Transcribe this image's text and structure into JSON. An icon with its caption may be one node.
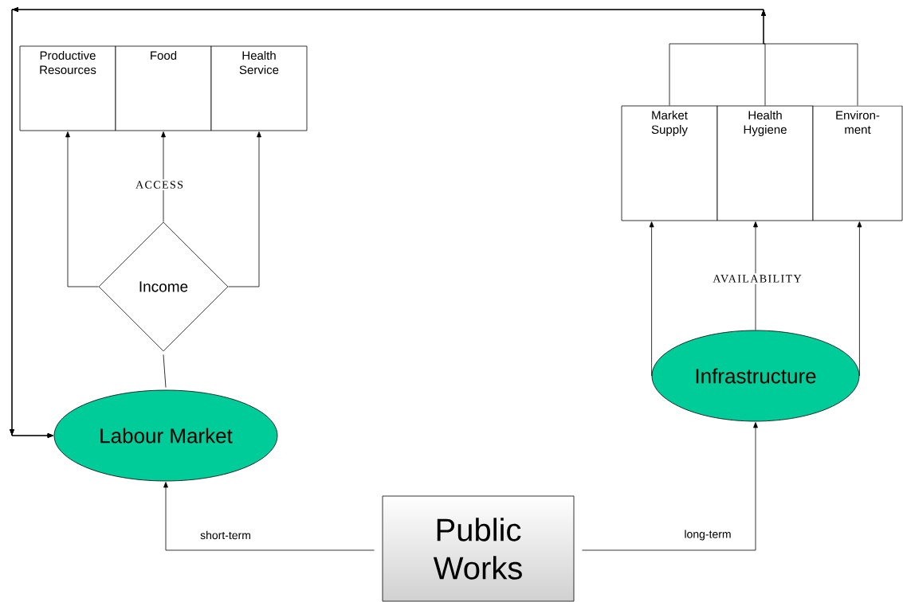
{
  "diagram": {
    "nodes": [
      {
        "text": [
          "Productive Resources"
        ]
      },
      {
        "text": [
          "Food"
        ]
      },
      {
        "text": [
          "Health Service"
        ]
      },
      {
        "text": [
          "Income"
        ]
      },
      {
        "text": [
          "Labour Market"
        ]
      },
      {
        "text": [
          "Market Supply"
        ]
      },
      {
        "text": [
          "Health Hygiene"
        ]
      },
      {
        "text": [
          "Environ- ment"
        ]
      },
      {
        "text": [
          "Infrastructure"
        ]
      },
      {
        "text": [
          "Public Works"
        ]
      }
    ],
    "edges": [
      {
        "from": 3,
        "to": 0,
        "arrow": "to"
      },
      {
        "from": 3,
        "to": 1,
        "arrow": "to",
        "label": "ACCESS"
      },
      {
        "from": 3,
        "to": 2,
        "arrow": "to"
      },
      {
        "from": 4,
        "to": 3,
        "arrow": "none"
      },
      {
        "from": 9,
        "to": 4,
        "arrow": "to",
        "label": "short-term"
      },
      {
        "from": 9,
        "to": 8,
        "arrow": "to",
        "label": "long-term"
      },
      {
        "from": 8,
        "to": 5,
        "arrow": "to"
      },
      {
        "from": 8,
        "to": 6,
        "arrow": "to",
        "label": "AVAILABILITY"
      },
      {
        "from": 8,
        "to": 7,
        "arrow": "to"
      },
      {
        "from": 5,
        "to": 4,
        "arrow": "to"
      },
      {
        "from": 6,
        "to": 4,
        "arrow": "to"
      },
      {
        "from": 7,
        "to": 4,
        "arrow": "to"
      }
    ]
  }
}
